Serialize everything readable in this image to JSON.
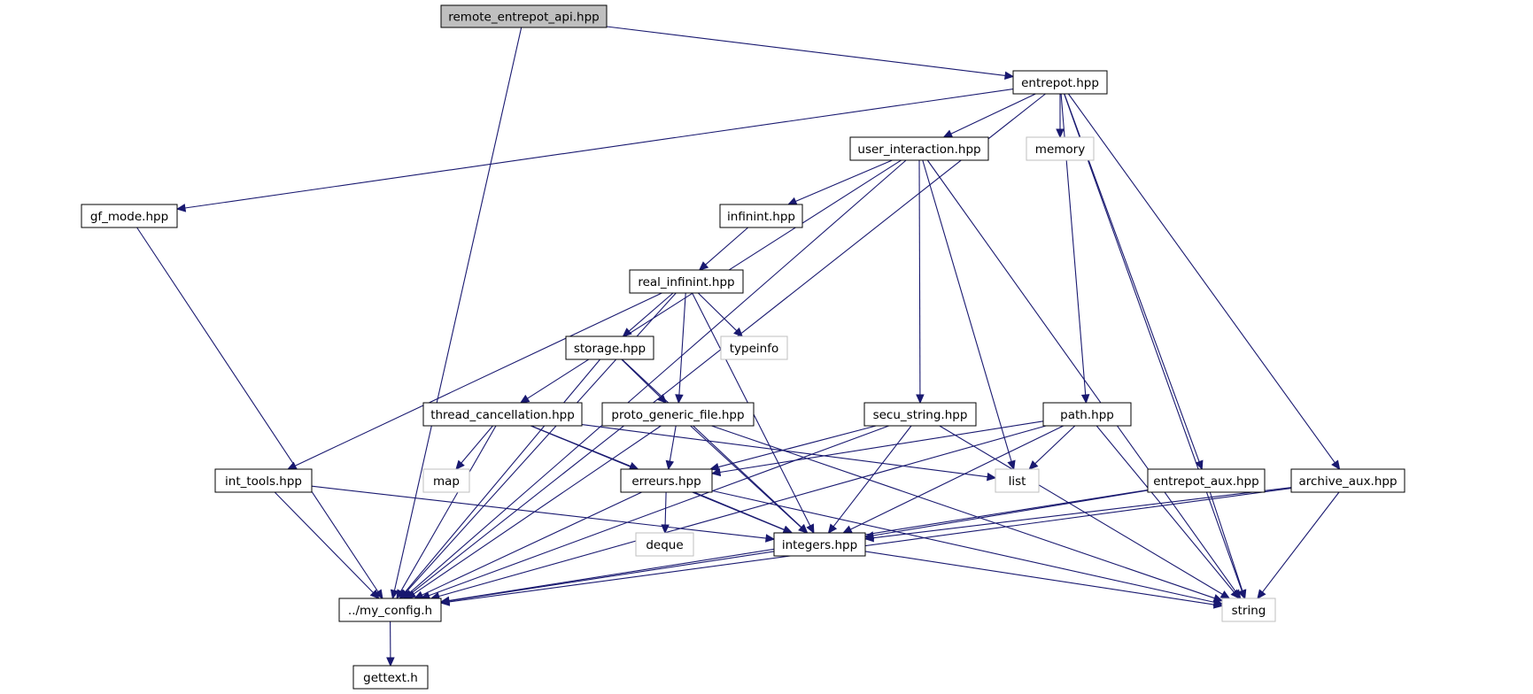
{
  "diagram": {
    "colors": {
      "edge": "#191970",
      "root_fill": "#bfbfbf",
      "node_border": "#000000",
      "external_border": "#bfbfbf"
    },
    "nodes": [
      {
        "id": "remote",
        "label": "remote_entrepot_api.hpp",
        "kind": "root"
      },
      {
        "id": "entrepot",
        "label": "entrepot.hpp",
        "kind": "file"
      },
      {
        "id": "user_interaction",
        "label": "user_interaction.hpp",
        "kind": "file"
      },
      {
        "id": "memory",
        "label": "memory",
        "kind": "external"
      },
      {
        "id": "gf_mode",
        "label": "gf_mode.hpp",
        "kind": "file"
      },
      {
        "id": "infinint",
        "label": "infinint.hpp",
        "kind": "file"
      },
      {
        "id": "real_infinint",
        "label": "real_infinint.hpp",
        "kind": "file"
      },
      {
        "id": "storage",
        "label": "storage.hpp",
        "kind": "file"
      },
      {
        "id": "typeinfo",
        "label": "typeinfo",
        "kind": "external"
      },
      {
        "id": "thread_cancellation",
        "label": "thread_cancellation.hpp",
        "kind": "file"
      },
      {
        "id": "proto_generic_file",
        "label": "proto_generic_file.hpp",
        "kind": "file"
      },
      {
        "id": "secu_string",
        "label": "secu_string.hpp",
        "kind": "file"
      },
      {
        "id": "path",
        "label": "path.hpp",
        "kind": "file"
      },
      {
        "id": "int_tools",
        "label": "int_tools.hpp",
        "kind": "file"
      },
      {
        "id": "map",
        "label": "map",
        "kind": "external"
      },
      {
        "id": "erreurs",
        "label": "erreurs.hpp",
        "kind": "file"
      },
      {
        "id": "list",
        "label": "list",
        "kind": "external"
      },
      {
        "id": "entrepot_aux",
        "label": "entrepot_aux.hpp",
        "kind": "file"
      },
      {
        "id": "archive_aux",
        "label": "archive_aux.hpp",
        "kind": "file"
      },
      {
        "id": "deque",
        "label": "deque",
        "kind": "external"
      },
      {
        "id": "integers",
        "label": "integers.hpp",
        "kind": "file"
      },
      {
        "id": "my_config",
        "label": "../my_config.h",
        "kind": "file"
      },
      {
        "id": "string",
        "label": "string",
        "kind": "external"
      },
      {
        "id": "gettext",
        "label": "gettext.h",
        "kind": "file"
      }
    ],
    "edges": [
      [
        "remote",
        "entrepot"
      ],
      [
        "remote",
        "my_config"
      ],
      [
        "entrepot",
        "user_interaction"
      ],
      [
        "entrepot",
        "memory"
      ],
      [
        "entrepot",
        "gf_mode"
      ],
      [
        "entrepot",
        "my_config"
      ],
      [
        "entrepot",
        "path"
      ],
      [
        "entrepot",
        "entrepot_aux"
      ],
      [
        "entrepot",
        "archive_aux"
      ],
      [
        "entrepot",
        "string"
      ],
      [
        "user_interaction",
        "infinint"
      ],
      [
        "user_interaction",
        "thread_cancellation"
      ],
      [
        "user_interaction",
        "secu_string"
      ],
      [
        "user_interaction",
        "list"
      ],
      [
        "user_interaction",
        "my_config"
      ],
      [
        "user_interaction",
        "string"
      ],
      [
        "gf_mode",
        "my_config"
      ],
      [
        "infinint",
        "real_infinint"
      ],
      [
        "real_infinint",
        "storage"
      ],
      [
        "real_infinint",
        "typeinfo"
      ],
      [
        "real_infinint",
        "proto_generic_file"
      ],
      [
        "real_infinint",
        "int_tools"
      ],
      [
        "real_infinint",
        "integers"
      ],
      [
        "real_infinint",
        "my_config"
      ],
      [
        "storage",
        "proto_generic_file"
      ],
      [
        "storage",
        "integers"
      ],
      [
        "storage",
        "my_config"
      ],
      [
        "thread_cancellation",
        "map"
      ],
      [
        "thread_cancellation",
        "erreurs"
      ],
      [
        "thread_cancellation",
        "list"
      ],
      [
        "thread_cancellation",
        "integers"
      ],
      [
        "thread_cancellation",
        "my_config"
      ],
      [
        "proto_generic_file",
        "erreurs"
      ],
      [
        "proto_generic_file",
        "integers"
      ],
      [
        "proto_generic_file",
        "my_config"
      ],
      [
        "proto_generic_file",
        "string"
      ],
      [
        "secu_string",
        "erreurs"
      ],
      [
        "secu_string",
        "integers"
      ],
      [
        "secu_string",
        "my_config"
      ],
      [
        "secu_string",
        "string"
      ],
      [
        "path",
        "erreurs"
      ],
      [
        "path",
        "list"
      ],
      [
        "path",
        "integers"
      ],
      [
        "path",
        "my_config"
      ],
      [
        "path",
        "string"
      ],
      [
        "int_tools",
        "integers"
      ],
      [
        "int_tools",
        "my_config"
      ],
      [
        "erreurs",
        "deque"
      ],
      [
        "erreurs",
        "integers"
      ],
      [
        "erreurs",
        "my_config"
      ],
      [
        "erreurs",
        "string"
      ],
      [
        "entrepot_aux",
        "integers"
      ],
      [
        "entrepot_aux",
        "my_config"
      ],
      [
        "entrepot_aux",
        "string"
      ],
      [
        "archive_aux",
        "integers"
      ],
      [
        "archive_aux",
        "my_config"
      ],
      [
        "archive_aux",
        "string"
      ],
      [
        "integers",
        "my_config"
      ],
      [
        "integers",
        "string"
      ],
      [
        "my_config",
        "gettext"
      ]
    ]
  }
}
